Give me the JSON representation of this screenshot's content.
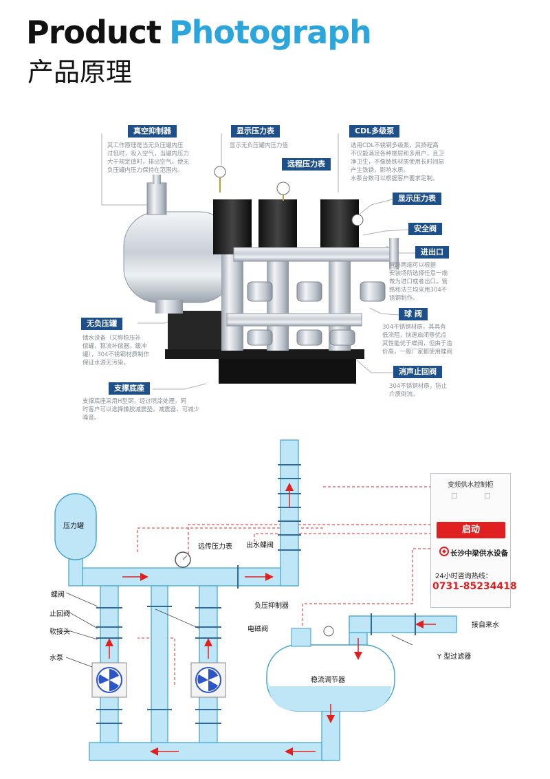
{
  "header": {
    "title_en_1": "Product",
    "title_en_2": "Photograph",
    "title_cn": "产品原理"
  },
  "photo_labels": {
    "vacuum": "真空抑制器",
    "gauge_display_top": "显示压力表",
    "cdl_pump": "CDL多级泵",
    "remote_gauge": "远程压力表",
    "gauge_display_right": "显示压力表",
    "safety_valve": "安全阀",
    "inlet_outlet": "进出口",
    "ball_valve": "球 阀",
    "no_neg_tank": "无负压罐",
    "muffler_valve": "消声止回阀",
    "base": "支撑底座"
  },
  "photo_desc": {
    "vacuum": [
      "其工作原理是当无负压罐内压",
      "过低时，吸入空气，当罐内压力",
      "大于规定值时，排出空气。使无",
      "负压罐内压力保持在范围内。"
    ],
    "gauge_display_top": [
      "显示无负压罐内压力值"
    ],
    "cdl_pump": [
      "选用CDL不锈钢多级泵，其扬程高",
      "不仅能满足各种楼层和多用户，且卫",
      "净卫生，不像铸铁材质使用长时间易",
      "产生铁锈，影响水质。",
      "水泵台数可以根据客户要求定制。"
    ],
    "inlet_outlet": [
      "管路两端可以根据",
      "安装场所选择任意一端",
      "做为进口或者出口。管",
      "路和法兰均采用304不",
      "锈钢制作。"
    ],
    "ball_valve": [
      "304不锈钢材质，其具有",
      "低流阻，快速启闭等优点",
      "其性能优于蝶阀，但由于造",
      "价高，一般厂家都使用蝶阀"
    ],
    "no_neg_tank": [
      "储水设备（又称稳压补",
      "偿罐，稳流补偿器，缓冲",
      "罐），304不锈钢材质制作",
      "保证水源无污染。"
    ],
    "muffler_valve": [
      "304不锈钢材质，防止",
      "介质倒流。"
    ],
    "base": [
      "支撑底座采用H型钢，经过喷涂处理，同",
      "时客户可以选择橡胶减震垫，减震器，可减少",
      "噪音。"
    ]
  },
  "schematic": {
    "pressure_tank": "压力罐",
    "remote_gauge": "远传压力表",
    "outlet_butterfly": "出水蝶阀",
    "butterfly_valve": "蝶阀",
    "check_valve": "止回阀",
    "soft_joint": "软接头",
    "water_pump": "水泵",
    "neg_suppressor": "负压抑制器",
    "solenoid_valve": "电磁阀",
    "steady_tank": "稳流调节器",
    "tap_water_inlet": "接自来水",
    "y_filter": "Y  型过滤器"
  },
  "cabinet": {
    "title": "变频供水控制柜",
    "start_button": "启动",
    "brand": "长沙中梁供水设备",
    "hotline_label": "24小时咨询热线：",
    "phone": "0731-85234418"
  },
  "colors": {
    "accent_blue": "#2aa6dd",
    "label_box": "#1d4f8a",
    "pipe_fill": "#bfe6f6",
    "pipe_edge": "#3d9fd0",
    "signal_red": "#e02020"
  }
}
